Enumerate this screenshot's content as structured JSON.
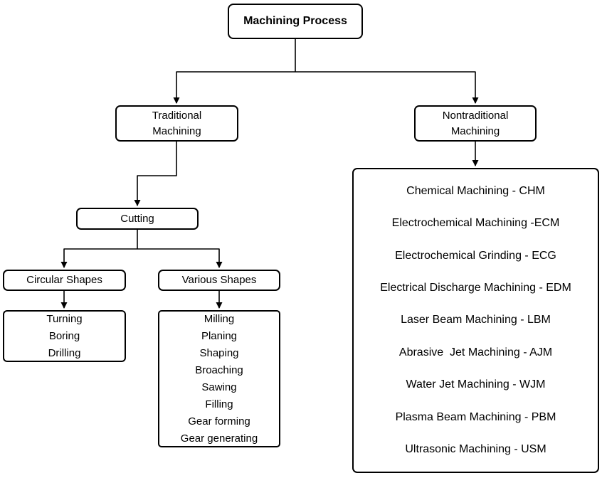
{
  "diagram": {
    "title": "Machining Process",
    "traditional": {
      "label": "Traditional\nMachining",
      "cutting": {
        "label": "Cutting",
        "circular": {
          "label": "Circular Shapes",
          "items": [
            "Turning",
            "Boring",
            "Drilling"
          ]
        },
        "various": {
          "label": "Various Shapes",
          "items": [
            "Milling",
            "Planing",
            "Shaping",
            "Broaching",
            "Sawing",
            "Filling",
            "Gear forming",
            "Gear generating"
          ]
        }
      }
    },
    "nontraditional": {
      "label": "Nontraditional\nMachining",
      "processes": [
        "Chemical Machining - CHM",
        "Electrochemical Machining -ECM",
        "Electrochemical Grinding - ECG",
        "Electrical Discharge Machining - EDM",
        "Laser Beam Machining - LBM",
        "Abrasive  Jet Machining - AJM",
        "Water Jet Machining - WJM",
        "Plasma Beam Machining - PBM",
        "Ultrasonic Machining - USM"
      ]
    },
    "colors": {
      "line": "#000000",
      "border": "#000000",
      "background": "#ffffff",
      "text": "#000000"
    }
  }
}
